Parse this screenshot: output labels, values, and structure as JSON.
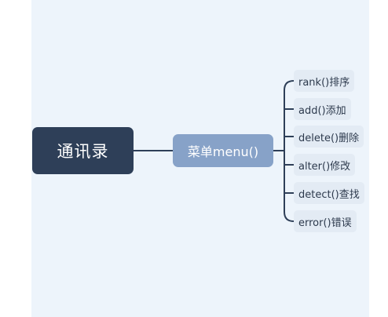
{
  "root": {
    "label": "通讯录"
  },
  "branch": {
    "label": "菜单menu()"
  },
  "leaves": [
    {
      "label": "rank()排序"
    },
    {
      "label": "add()添加"
    },
    {
      "label": "delete()删除"
    },
    {
      "label": "alter()修改"
    },
    {
      "label": "detect()查找"
    },
    {
      "label": "error()错误"
    }
  ],
  "colors": {
    "root_fill": "#2e3f58",
    "branch_fill": "#87a2c8",
    "leaf_fill": "#e3ebf4",
    "connector": "#2e3f58",
    "background": "#edf4fb"
  }
}
